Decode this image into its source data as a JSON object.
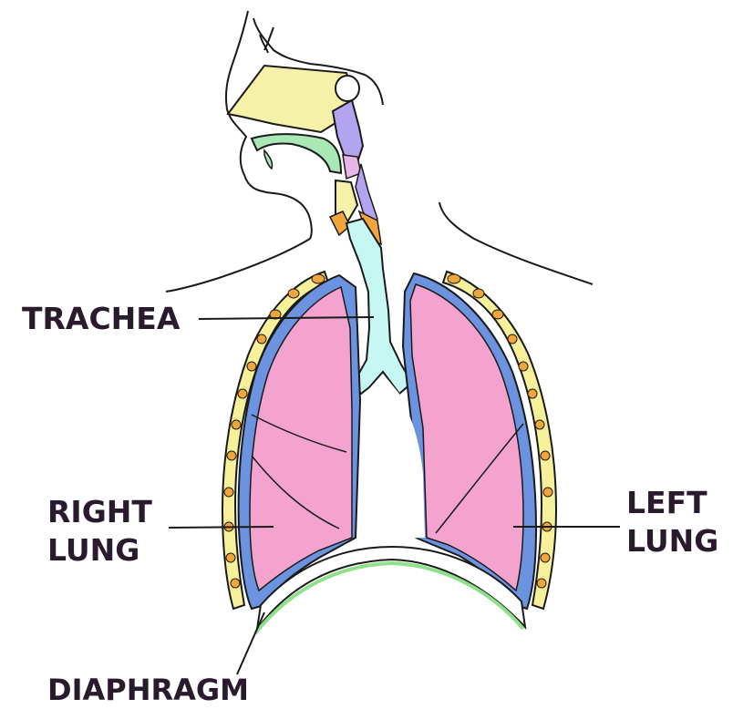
{
  "labels": {
    "trachea": "TRACHEA",
    "right_lung": [
      "RIGHT",
      "LUNG"
    ],
    "left_lung": [
      "LEFT",
      "LUNG"
    ],
    "diaphragm": "DIAPHRAGM"
  },
  "colors": {
    "lung_fill": "#f4a3cf",
    "pleura_blue": "#6b93e0",
    "rib_yellow": "#f7f09a",
    "rib_orange": "#f0a63a",
    "trachea_cyan": "#c6f7f3",
    "nasal_yellow": "#f6f1a8",
    "pharynx_purple": "#b3a4f0",
    "oral_green": "#a9e8b4",
    "diaphragm_green": "#8fe08a",
    "outline": "#1a1a1a"
  }
}
